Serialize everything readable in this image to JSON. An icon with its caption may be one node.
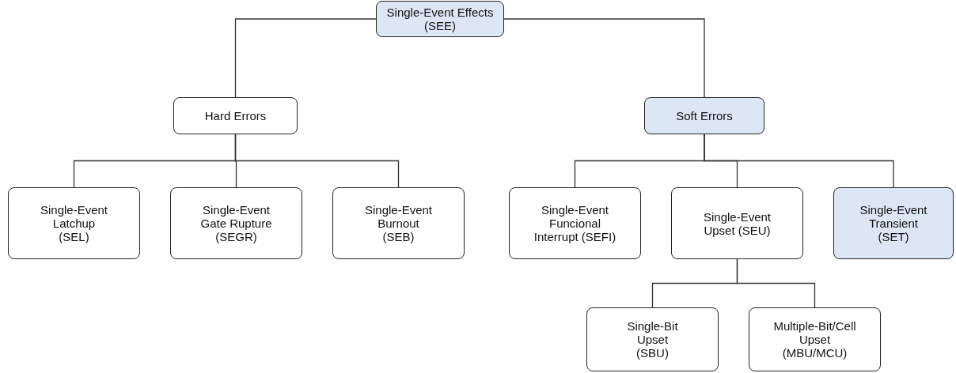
{
  "diagram": {
    "nodes": [
      {
        "text": [
          "Single-Event Effects (SEE)"
        ]
      },
      {
        "text": [
          "Hard Errors"
        ]
      },
      {
        "text": [
          "Soft Errors"
        ]
      },
      {
        "text": [
          "Single-Event Latchup (SEL)"
        ]
      },
      {
        "text": [
          "Single-Event Gate Rupture (SEGR)"
        ]
      },
      {
        "text": [
          "Single-Event Burnout (SEB)"
        ]
      },
      {
        "text": [
          "Single-Event Funcional Interrupt (SEFI)"
        ]
      },
      {
        "text": [
          "Single-Event Upset (SEU)"
        ]
      },
      {
        "text": [
          "Single-Event Transient (SET)"
        ]
      },
      {
        "text": [
          "Single-Bit Upset (SBU)"
        ]
      },
      {
        "text": [
          "Multiple-Bit/Cell Upset (MBU/MCU)"
        ]
      }
    ],
    "edges": [
      {
        "from": 0,
        "to": 1,
        "arrow": "none"
      },
      {
        "from": 0,
        "to": 2,
        "arrow": "none"
      },
      {
        "from": 1,
        "to": 3,
        "arrow": "none"
      },
      {
        "from": 1,
        "to": 4,
        "arrow": "none"
      },
      {
        "from": 1,
        "to": 5,
        "arrow": "none"
      },
      {
        "from": 2,
        "to": 6,
        "arrow": "none"
      },
      {
        "from": 2,
        "to": 7,
        "arrow": "none"
      },
      {
        "from": 2,
        "to": 8,
        "arrow": "none"
      },
      {
        "from": 7,
        "to": 9,
        "arrow": "none"
      },
      {
        "from": 7,
        "to": 10,
        "arrow": "none"
      }
    ]
  }
}
